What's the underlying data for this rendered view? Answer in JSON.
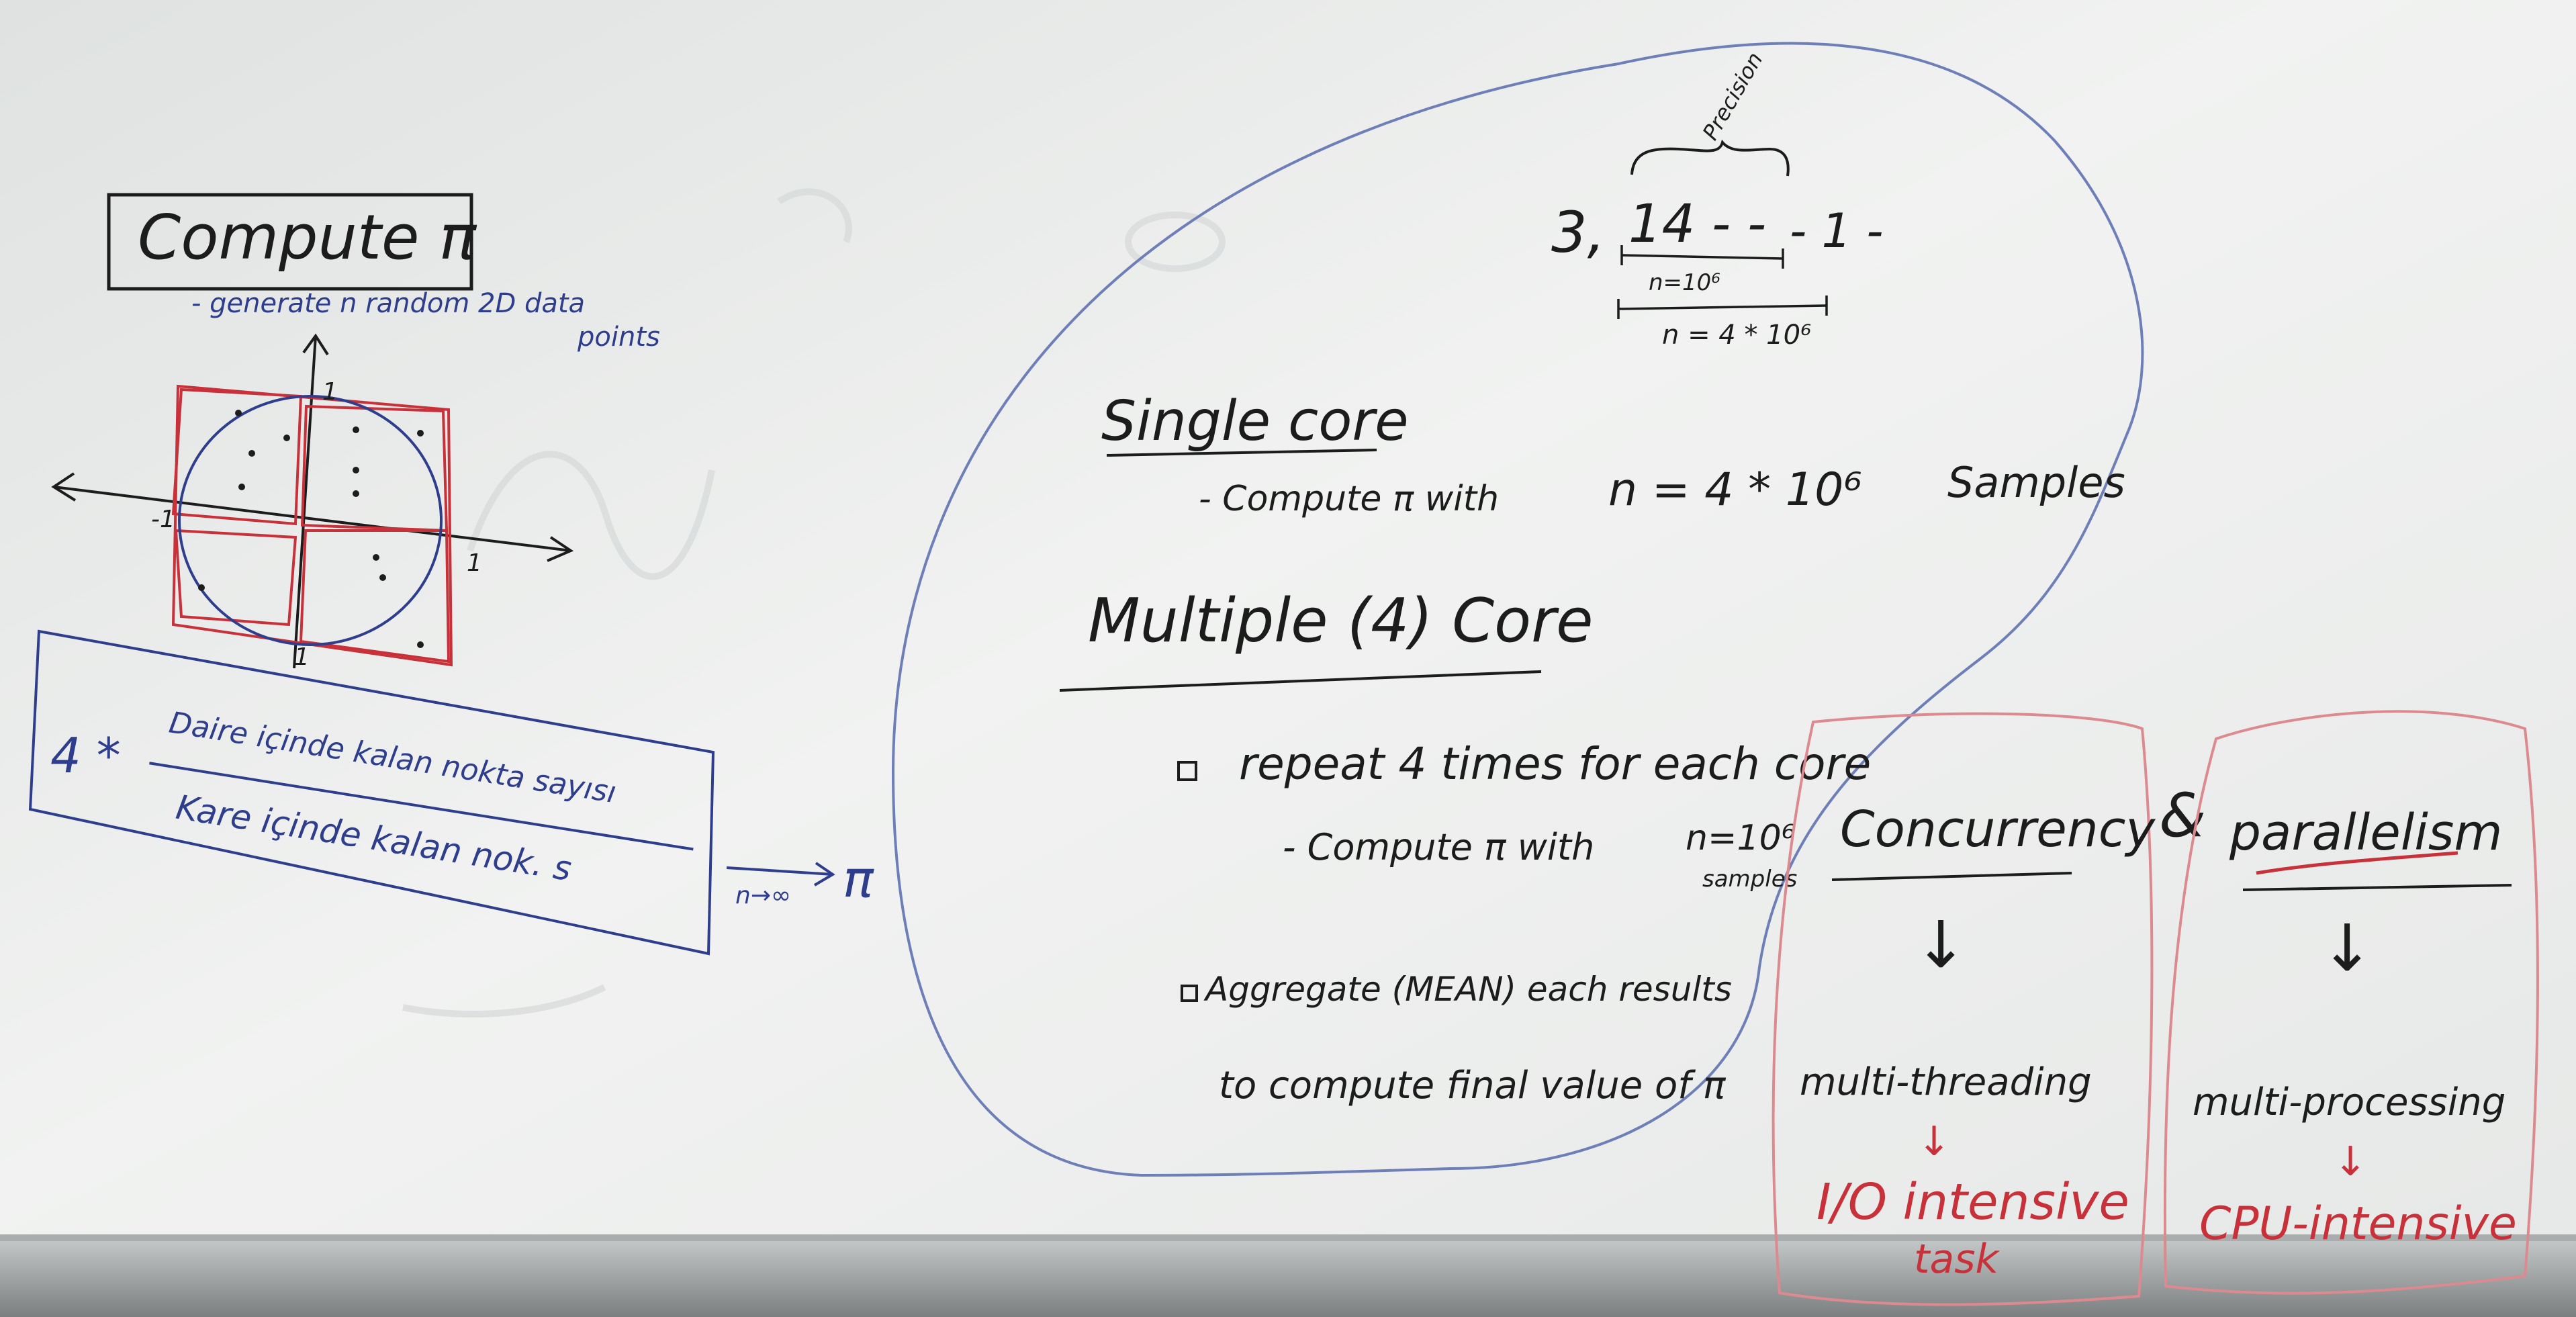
{
  "whiteboard": {
    "left": {
      "title": "Compute π",
      "note_line1": "- generate n random 2D data",
      "note_line2": "points",
      "axis_labels": {
        "neg_one_x": "-1",
        "pos_one_x": "1",
        "pos_one_y": "1",
        "neg_one_y": "1"
      },
      "formula_multiplier": "4 *",
      "formula_numerator": "Daire içinde kalan nokta sayısı",
      "formula_denominator": "Kare içinde kalan nok. s",
      "limit_label": "n→∞",
      "limit_result": "π"
    },
    "precision": {
      "lead": "3,",
      "digits": "14 - -",
      "tail": "- 1 -",
      "precision_word": "Precision",
      "n_small": "n=10⁶",
      "n_large": "n = 4 * 10⁶"
    },
    "single_core": {
      "heading": "Single core",
      "item": "- Compute π with",
      "n_value": "n = 4 * 10⁶",
      "samples": "Samples"
    },
    "multiple_core": {
      "heading": "Multiple (4) Core",
      "bullet1": "repeat 4 times for each core",
      "sub1": "- Compute π with",
      "sub1_n": "n=10⁶",
      "sub1_samples": "samples",
      "bullet2_line1": "Aggregate (MEAN) each results",
      "bullet2_line2": "to compute final value of π"
    },
    "concurrency": {
      "heading": "Concurrency",
      "ampersand": "&",
      "arrow": "↓",
      "item": "multi-threading",
      "small_arrow": "↓",
      "note_line1": "I/O intensive",
      "note_line2": "task"
    },
    "parallelism": {
      "heading": "parallelism",
      "arrow": "↓",
      "item": "multi-processing",
      "small_arrow": "↓",
      "note": "CPU-intensive"
    },
    "colors": {
      "ink_black": "#1c1c1c",
      "ink_blue": "#2e3d8c",
      "ink_red": "#c8313a",
      "ink_red_light": "#dc8a8f",
      "loop_blue": "#6e7fb8"
    }
  }
}
